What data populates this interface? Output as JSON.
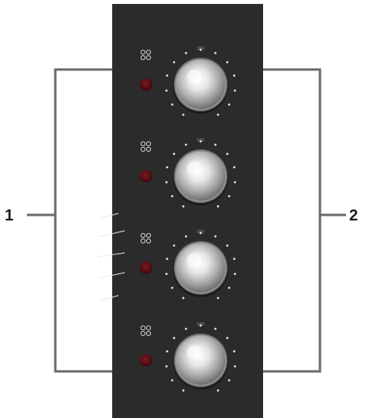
{
  "callouts": {
    "left_label": "1",
    "right_label": "2"
  },
  "panel": {
    "background_color": "#2b2b2b",
    "indicator_color": "#5a1014",
    "knob_count": 4,
    "knob_off_text": "OFF"
  },
  "icons": {
    "zone_icon": "hob-zone-icon",
    "indicator": "indicator-light-icon",
    "knob": "control-knob-icon"
  }
}
